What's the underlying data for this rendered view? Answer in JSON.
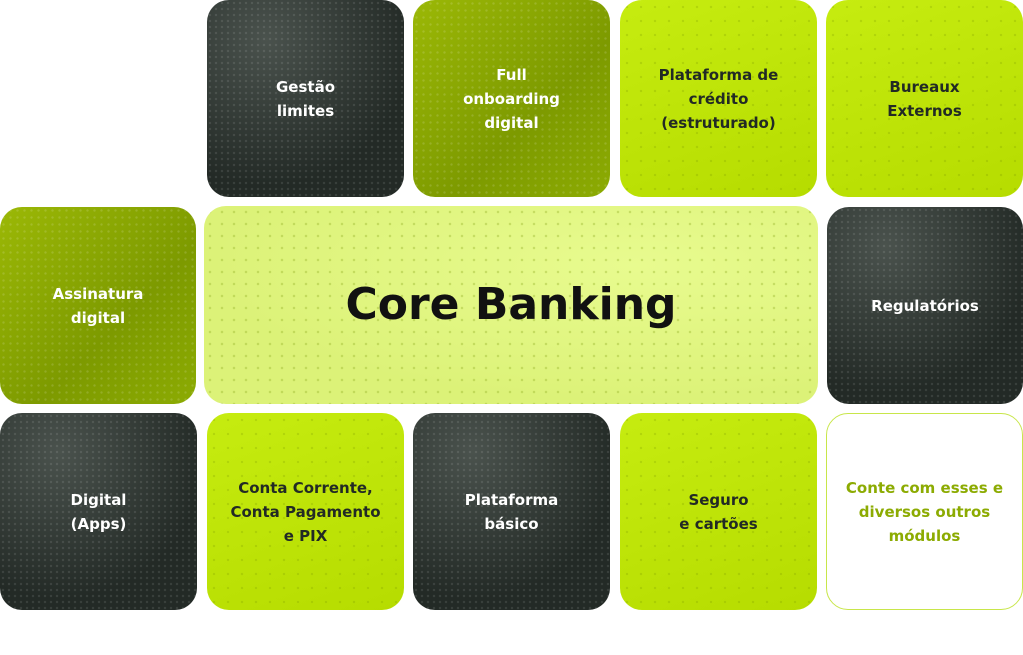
{
  "tiles": {
    "gestao": "Gestão\nlimites",
    "onboarding": "Full\nonboarding\ndigital",
    "credito": "Plataforma de\ncrédito\n(estruturado)",
    "bureaux": "Bureaux\nExternos",
    "assinatura": "Assinatura\ndigital",
    "core": "Core Banking",
    "regulatorios": "Regulatórios",
    "digital": "Digital\n(Apps)",
    "conta": "Conta Corrente,\nConta Pagamento\ne PIX",
    "plataforma": "Plataforma\nbásico",
    "seguro": "Seguro\ne cartões",
    "outros": "Conte com esses e\ndiversos outros\nmódulos"
  },
  "colors": {
    "dark": "#232a26",
    "olive": "#8aa800",
    "lime": "#c2e812",
    "light": "#e2f782"
  }
}
